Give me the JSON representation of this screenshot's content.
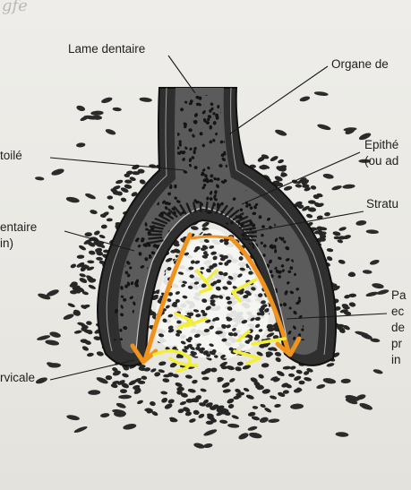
{
  "labels": {
    "lame_dentaire": "Lame dentaire",
    "organe": "Organe de",
    "etoile": "toilé",
    "epithe_1": "Epithé",
    "epithe_2": "(ou ad",
    "stratum": "Stratu",
    "dentaire_1": "entaire",
    "dentaire_2": "in)",
    "papille_1": "Pa",
    "papille_2": "ec",
    "papille_3": "de",
    "papille_4": "pr",
    "papille_5": "in",
    "cervicale": "rvicale"
  },
  "handwriting": {
    "top_left": "gfe"
  },
  "colors": {
    "paper": "#ecebe7",
    "ink": "#232323",
    "annotation_orange": "#f0921e",
    "annotation_yellow": "#f2ee3a"
  }
}
